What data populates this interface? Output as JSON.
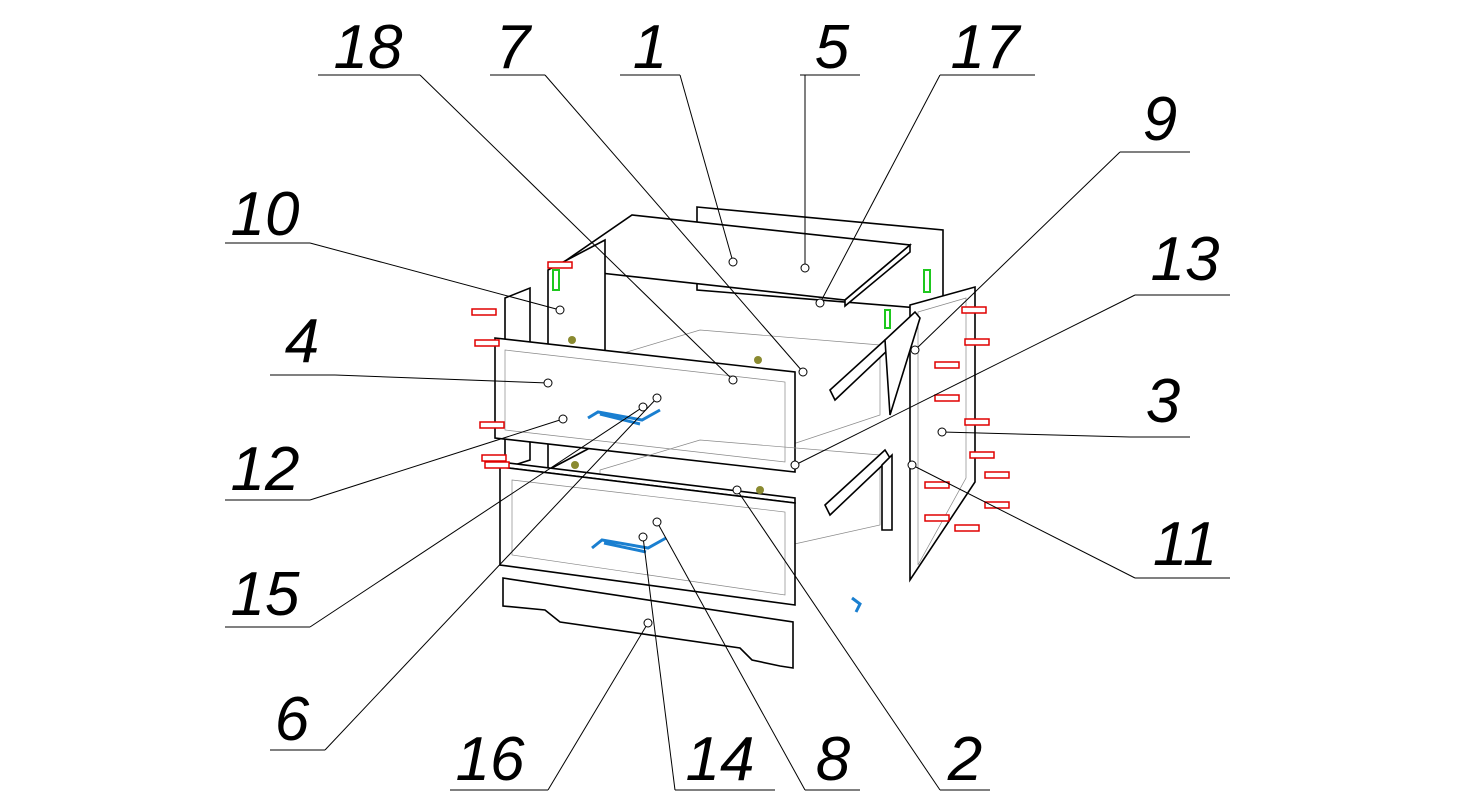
{
  "diagram": {
    "type": "exploded-assembly",
    "callouts": [
      {
        "label": "18"
      },
      {
        "label": "7"
      },
      {
        "label": "1"
      },
      {
        "label": "5"
      },
      {
        "label": "17"
      },
      {
        "label": "9"
      },
      {
        "label": "10"
      },
      {
        "label": "13"
      },
      {
        "label": "4"
      },
      {
        "label": "3"
      },
      {
        "label": "12"
      },
      {
        "label": "11"
      },
      {
        "label": "15"
      },
      {
        "label": "6"
      },
      {
        "label": "16"
      },
      {
        "label": "14"
      },
      {
        "label": "8"
      },
      {
        "label": "2"
      }
    ],
    "colors": {
      "fittings": "#e00000",
      "handles": "#1a7fd0",
      "hinges": "#1ec81e",
      "dowels": "#8a8a30"
    }
  }
}
